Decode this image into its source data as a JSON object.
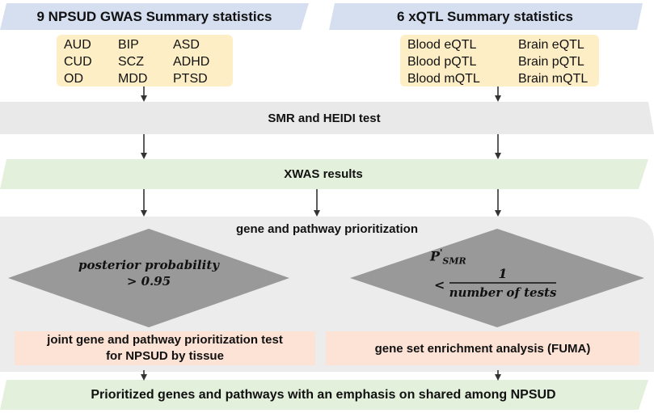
{
  "gwas": {
    "title": "9 NPSUD  GWAS Summary statistics",
    "traits": [
      "AUD",
      "BIP",
      "ASD",
      "CUD",
      "SCZ",
      "ADHD",
      "OD",
      "MDD",
      "PTSD"
    ]
  },
  "xqtl": {
    "title": "6 xQTL Summary statistics",
    "traits": [
      "Blood eQTL",
      "Brain eQTL",
      "Blood pQTL",
      "Brain pQTL",
      "Blood mQTL",
      "Brain mQTL"
    ]
  },
  "steps": {
    "smr": "SMR and HEIDI test",
    "xwas": "XWAS results",
    "prioritization": "gene and pathway prioritization"
  },
  "criteria": {
    "left_line1": "posterior probability",
    "left_line2": "> 0.95",
    "right_p": "P",
    "right_prime": "'",
    "right_sub": "SMR",
    "right_lt": "<",
    "right_num": "1",
    "right_den": "number of tests"
  },
  "tests": {
    "joint_line1": "joint gene and pathway prioritization test",
    "joint_line2": "for NPSUD by tissue",
    "fuma": "gene set enrichment analysis (FUMA)"
  },
  "final": "Prioritized genes and pathways with an emphasis on shared among NPSUD",
  "colors": {
    "blue_band": "#d6dff0",
    "yellow_box": "#fdeec6",
    "gray_band": "#e9e9e9",
    "green_band": "#e3f0dc",
    "gray_panel": "#ececec",
    "diamond": "#999999",
    "salmon_box": "#fde3d6",
    "arrow": "#333333"
  }
}
